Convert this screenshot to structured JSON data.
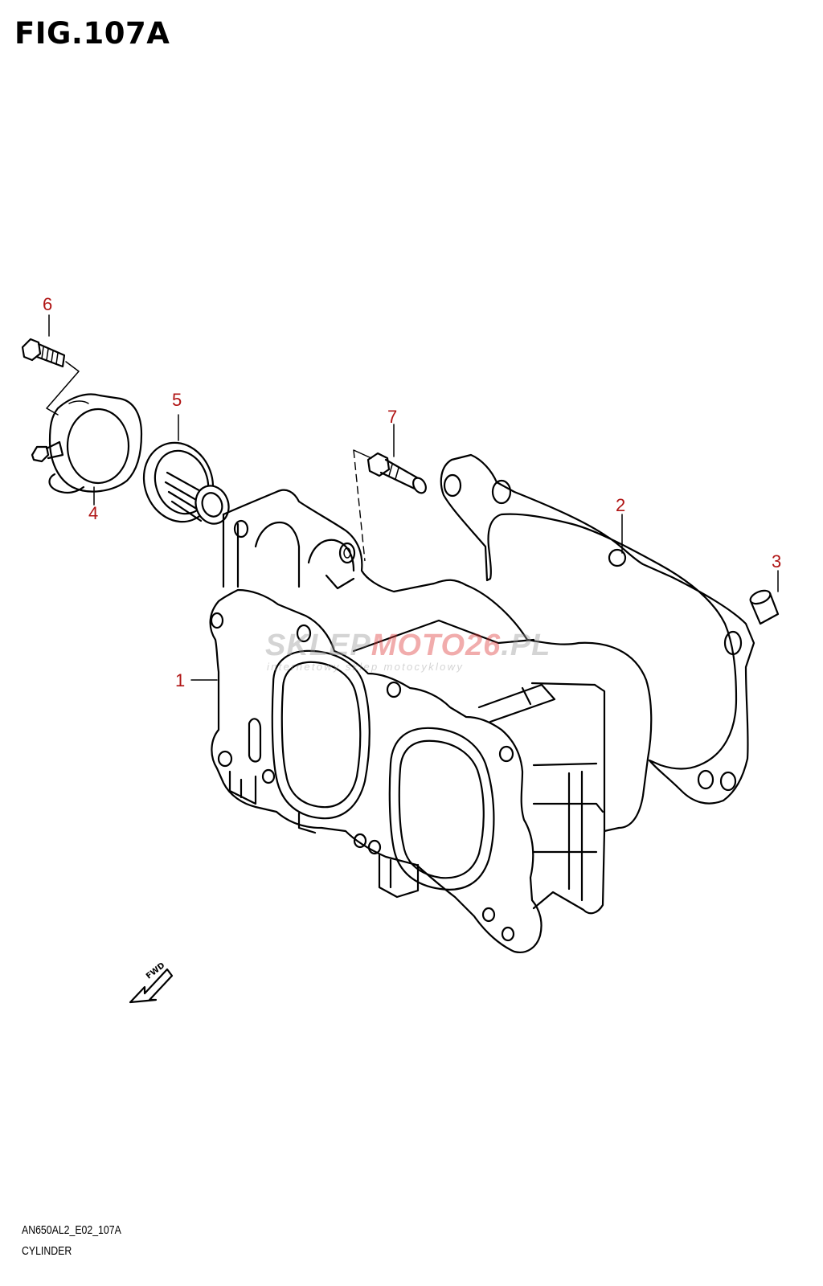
{
  "figure_title": "FIG.107A",
  "callouts": [
    {
      "id": "1",
      "label": "1"
    },
    {
      "id": "2",
      "label": "2"
    },
    {
      "id": "3",
      "label": "3"
    },
    {
      "id": "4",
      "label": "4"
    },
    {
      "id": "5",
      "label": "5"
    },
    {
      "id": "6",
      "label": "6"
    },
    {
      "id": "7",
      "label": "7"
    }
  ],
  "direction_marker": "FWD",
  "watermark": {
    "brand_part1": "SKLEP",
    "brand_part2": "MOTO",
    "brand_part3": "26",
    "brand_part4": ".PL",
    "tagline": "internetowy sklep motocyklowy",
    "color_gray": "#9a9a9a",
    "color_red": "#e03c3c"
  },
  "footer": {
    "code": "AN650AL2_E02_107A",
    "name": "CYLINDER"
  },
  "callout_color": "#b01414"
}
